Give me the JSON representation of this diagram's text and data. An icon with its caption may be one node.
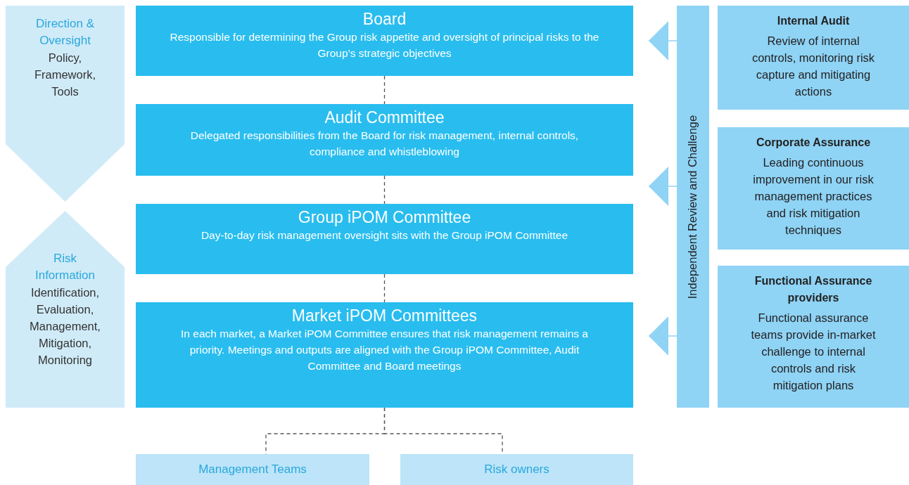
{
  "diagram": {
    "nodes": [
      {
        "text": [
          "Direction & Oversight",
          "Policy, Framework, Tools"
        ]
      },
      {
        "text": [
          "Risk Information",
          "Identification, Evaluation, Management, Mitigation, Monitoring"
        ]
      },
      {
        "text": [
          "Board",
          "Responsible for determining the Group risk appetite and oversight of principal risks to the Group’s strategic objectives"
        ]
      },
      {
        "text": [
          "Audit Committee",
          "Delegated responsibilities from the Board for risk management, internal controls, compliance and whistleblowing"
        ]
      },
      {
        "text": [
          "Group iPOM Committee",
          "Day-to-day risk management oversight sits with the Group iPOM Committee"
        ]
      },
      {
        "text": [
          "Market iPOM Committees",
          "In each market, a Market iPOM Committee ensures that risk management remains a priority. Meetings and outputs are aligned with the Group iPOM Committee, Audit Committee and Board meetings"
        ]
      },
      {
        "text": [
          "Management Teams"
        ]
      },
      {
        "text": [
          "Risk owners"
        ]
      },
      {
        "text": [
          "Independent Review and Challenge"
        ]
      },
      {
        "text": [
          "Internal Audit",
          "Review of internal controls, monitoring risk capture and mitigating actions"
        ]
      },
      {
        "text": [
          "Corporate Assurance",
          "Leading continuous improvement in our risk management practices and risk mitigation techniques"
        ]
      },
      {
        "text": [
          "Functional Assurance providers",
          "Functional assurance teams provide in-market challenge to internal controls and risk mitigation plans"
        ]
      }
    ],
    "edges": [
      {
        "from": 2,
        "to": 3,
        "arrow": "none",
        "style": "dashed"
      },
      {
        "from": 3,
        "to": 4,
        "arrow": "none",
        "style": "dashed"
      },
      {
        "from": 4,
        "to": 5,
        "arrow": "none",
        "style": "dashed"
      },
      {
        "from": 5,
        "to": 6,
        "arrow": "none",
        "style": "dashed"
      },
      {
        "from": 5,
        "to": 7,
        "arrow": "none",
        "style": "dashed"
      },
      {
        "from": 8,
        "to": 2,
        "arrow": "to",
        "color": "#8fd3f5"
      },
      {
        "from": 8,
        "to": 3,
        "arrow": "to",
        "color": "#8fd3f5"
      },
      {
        "from": 8,
        "to": 5,
        "arrow": "to",
        "color": "#8fd3f5"
      }
    ]
  }
}
